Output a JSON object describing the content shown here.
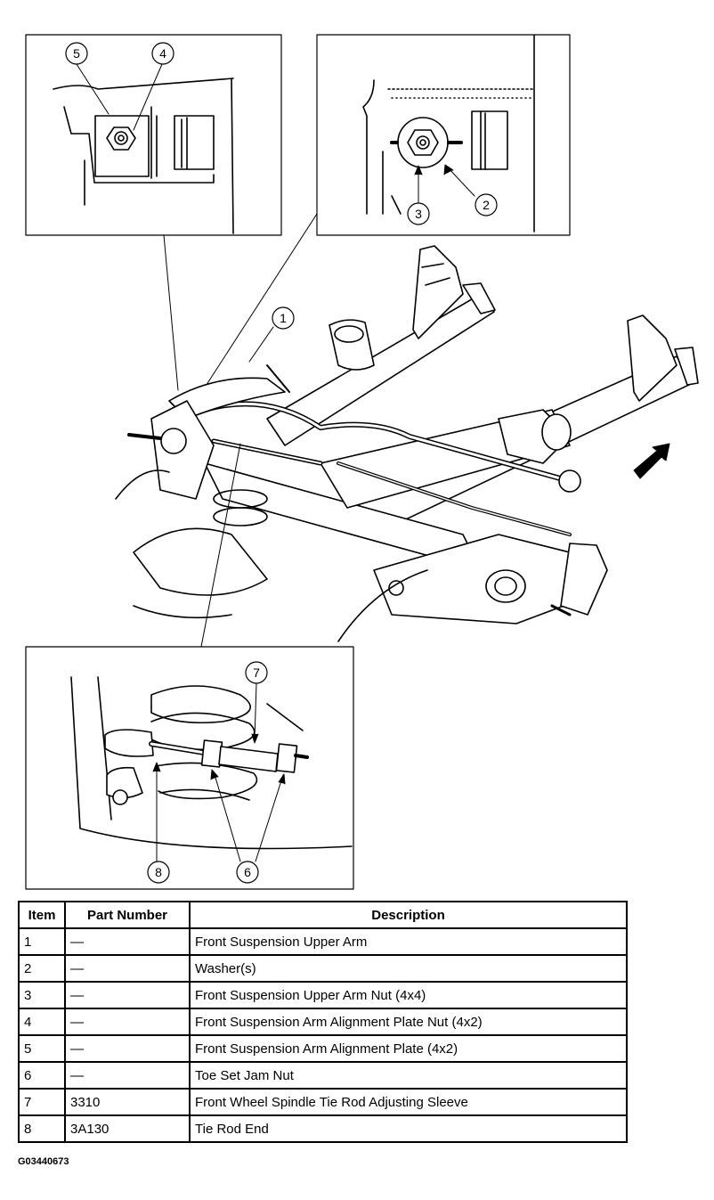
{
  "callouts": [
    "1",
    "2",
    "3",
    "4",
    "5",
    "6",
    "7",
    "8"
  ],
  "table": {
    "headers": [
      "Item",
      "Part Number",
      "Description"
    ],
    "rows": [
      {
        "item": "1",
        "part": "—",
        "desc": "Front Suspension Upper Arm"
      },
      {
        "item": "2",
        "part": "—",
        "desc": "Washer(s)"
      },
      {
        "item": "3",
        "part": "—",
        "desc": "Front Suspension Upper Arm Nut (4x4)"
      },
      {
        "item": "4",
        "part": "—",
        "desc": "Front Suspension Arm Alignment Plate Nut (4x2)"
      },
      {
        "item": "5",
        "part": "—",
        "desc": "Front Suspension Arm Alignment Plate (4x2)"
      },
      {
        "item": "6",
        "part": "—",
        "desc": "Toe Set Jam Nut"
      },
      {
        "item": "7",
        "part": "3310",
        "desc": "Front Wheel Spindle Tie Rod Adjusting Sleeve"
      },
      {
        "item": "8",
        "part": "3A130",
        "desc": "Tie Rod End"
      }
    ]
  },
  "figure_id": "G03440673"
}
